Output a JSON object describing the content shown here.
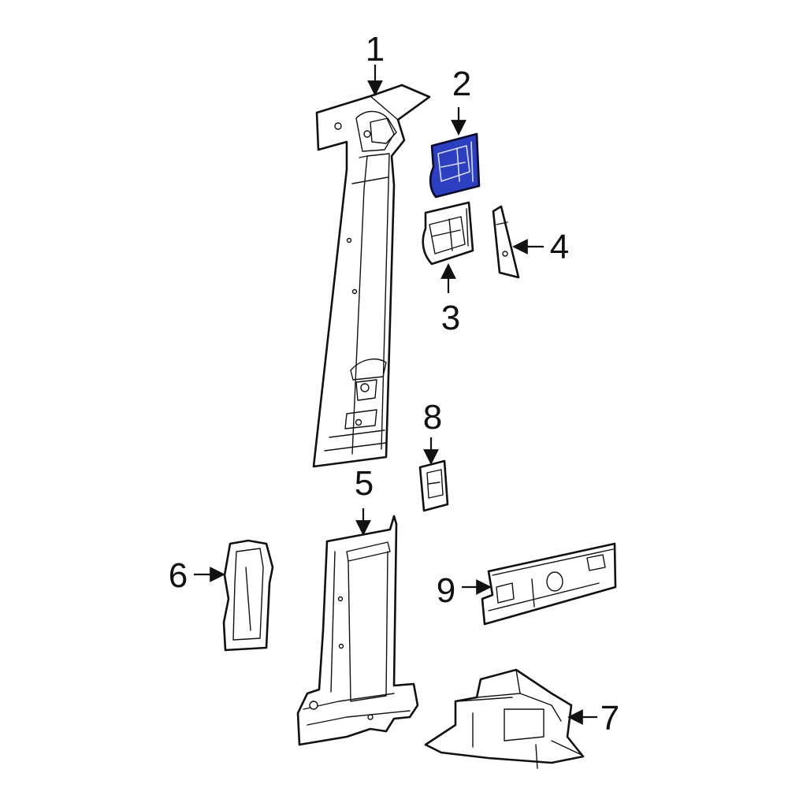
{
  "callouts": {
    "c1": "1",
    "c2": "2",
    "c3": "3",
    "c4": "4",
    "c5": "5",
    "c6": "6",
    "c7": "7",
    "c8": "8",
    "c9": "9"
  },
  "highlight_color": "#2b3fc0"
}
